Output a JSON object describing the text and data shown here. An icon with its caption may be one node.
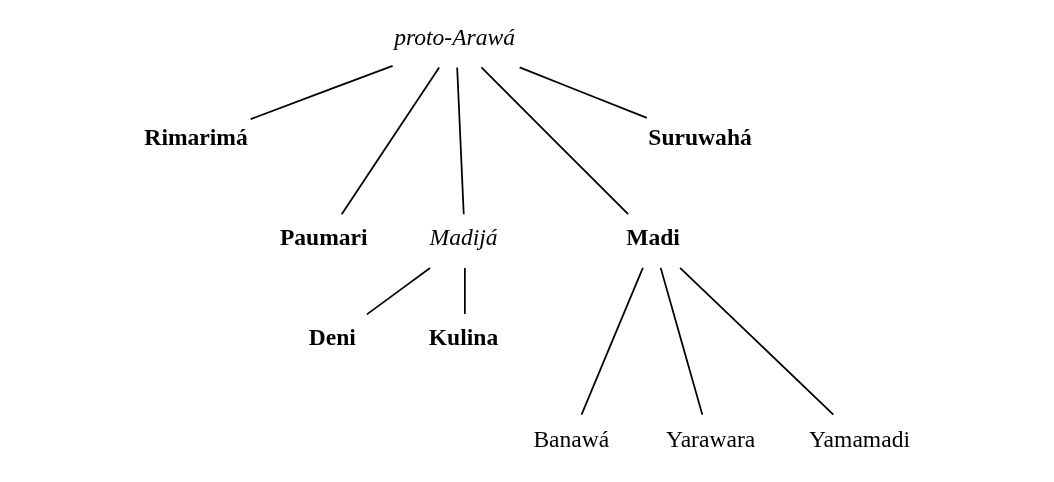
{
  "diagram": {
    "nodes": [
      {
        "text": [
          "proto-Arawá"
        ]
      },
      {
        "text": [
          "Rimarimá"
        ]
      },
      {
        "text": [
          "Paumari"
        ]
      },
      {
        "text": [
          "Madijá"
        ]
      },
      {
        "text": [
          "Madi"
        ]
      },
      {
        "text": [
          "Suruwahá"
        ]
      },
      {
        "text": [
          "Deni"
        ]
      },
      {
        "text": [
          "Kulina"
        ]
      },
      {
        "text": [
          "Banawá"
        ]
      },
      {
        "text": [
          "Yarawara"
        ]
      },
      {
        "text": [
          "Yamamadi"
        ]
      }
    ],
    "edges": [
      {
        "from": 0,
        "to": 1,
        "arrow": "none"
      },
      {
        "from": 0,
        "to": 2,
        "arrow": "none"
      },
      {
        "from": 0,
        "to": 3,
        "arrow": "none"
      },
      {
        "from": 0,
        "to": 4,
        "arrow": "none"
      },
      {
        "from": 0,
        "to": 5,
        "arrow": "none"
      },
      {
        "from": 3,
        "to": 6,
        "arrow": "none"
      },
      {
        "from": 3,
        "to": 7,
        "arrow": "none"
      },
      {
        "from": 4,
        "to": 8,
        "arrow": "none"
      },
      {
        "from": 4,
        "to": 9,
        "arrow": "none"
      },
      {
        "from": 4,
        "to": 10,
        "arrow": "none"
      }
    ]
  }
}
